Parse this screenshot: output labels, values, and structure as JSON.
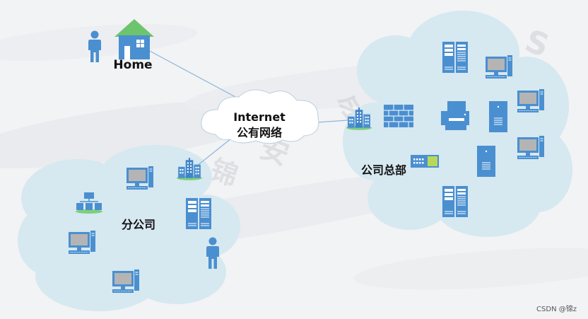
{
  "labels": {
    "home": "Home",
    "internet_line1": "Internet",
    "internet_line2": "公有网络",
    "hq": "公司总部",
    "branch": "分公司"
  },
  "watermark": "CSDN @锦z",
  "colors": {
    "cloud_fill": "#d6e8f0",
    "device_blue": "#4a8fd0",
    "link_line": "#8fb6d8",
    "house_roof": "#6cc46c"
  },
  "icons": [
    "person-icon",
    "house-icon",
    "server-rack-icon",
    "desktop-computer-icon",
    "firewall-icon",
    "printer-icon",
    "tower-server-icon",
    "switch-icon",
    "building-icon",
    "hierarchy-icon"
  ]
}
